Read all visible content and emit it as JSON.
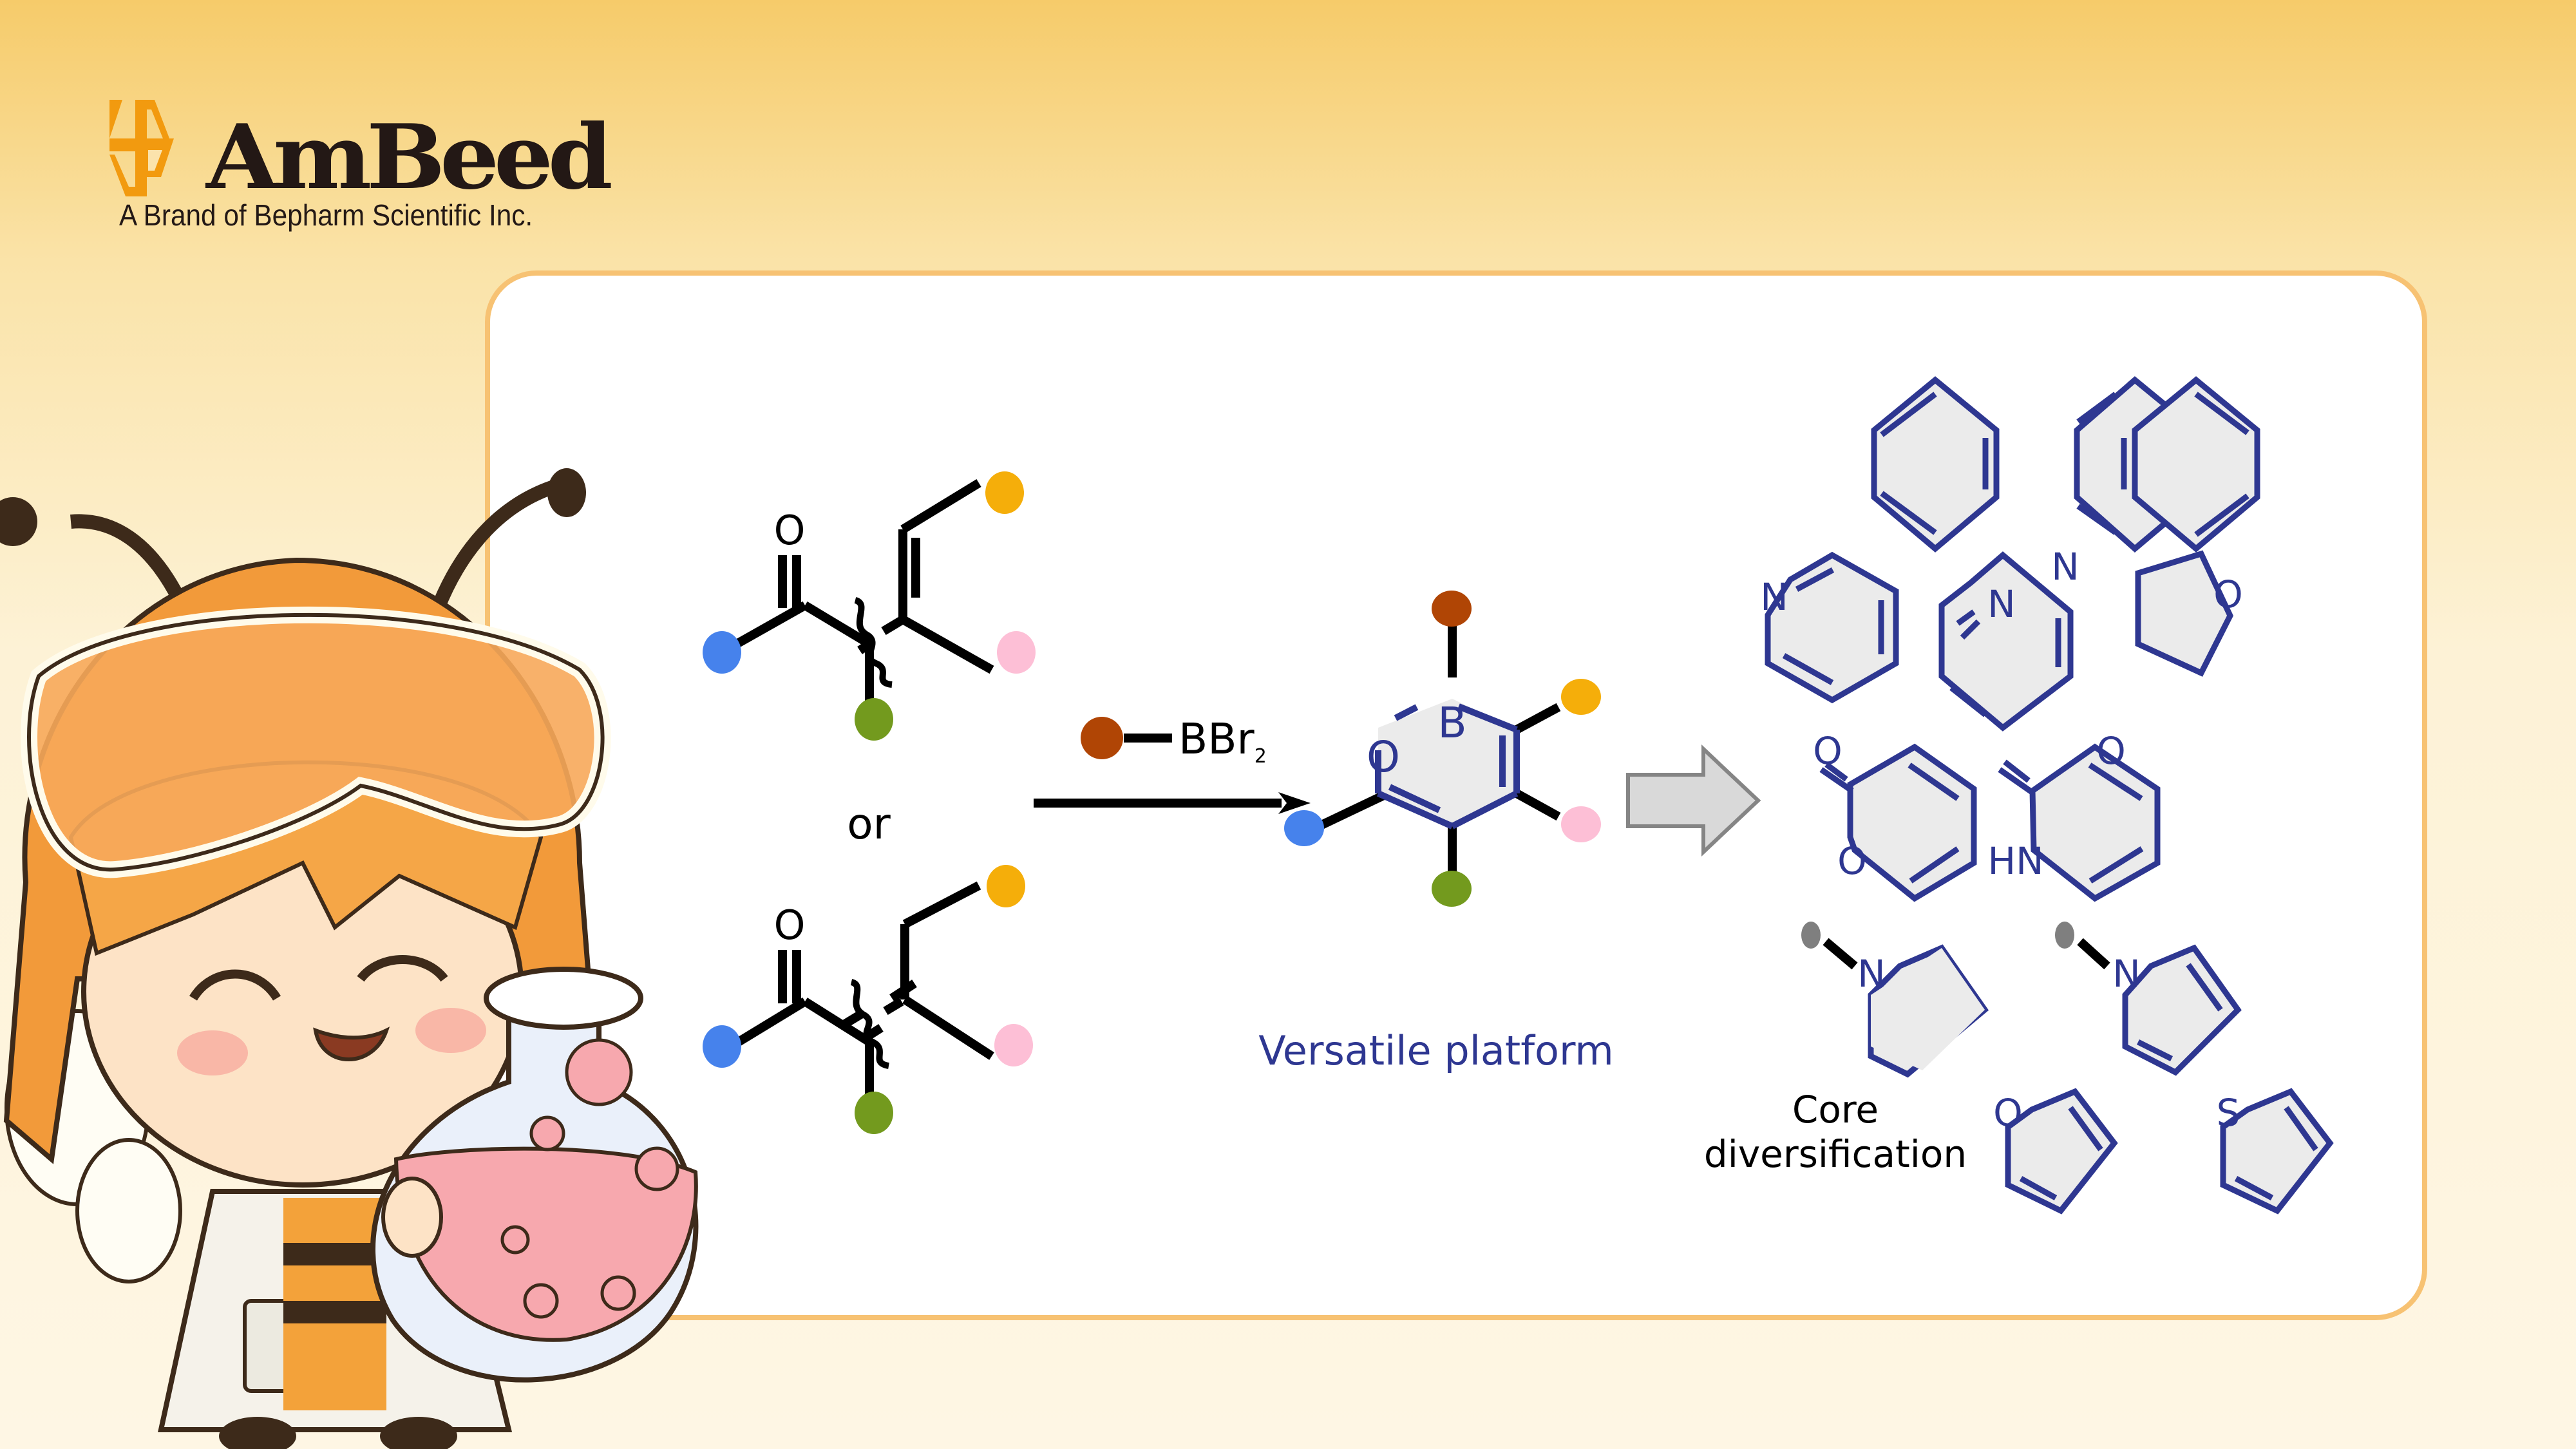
{
  "brand": {
    "name": "AmBeed",
    "tagline": "A Brand of Bepharm Scientific Inc.",
    "colors": {
      "brand_orange": "#f29a0f",
      "brand_dark": "#231815",
      "panel_border": "#f7c273"
    }
  },
  "scheme": {
    "reactant_1": {
      "carbonyl_label": "O",
      "description": "alpha,beta-unsaturated enone with cleavage (wavy) mark"
    },
    "separator": "or",
    "reactant_2": {
      "carbonyl_label": "O",
      "description": "allylic ketone with cleavage (wavy) mark"
    },
    "reagent": {
      "label": "BBr",
      "subscript": "2"
    },
    "product": {
      "ring_atoms": [
        "O",
        "B"
      ],
      "caption": "Versatile platform"
    },
    "diversification": {
      "caption_line1": "Core",
      "caption_line2": "diversification",
      "cores": [
        {
          "name": "benzene",
          "heteroatoms": []
        },
        {
          "name": "naphthalene",
          "heteroatoms": []
        },
        {
          "name": "pyridine",
          "heteroatoms": [
            "N"
          ]
        },
        {
          "name": "pyridazine",
          "heteroatoms": [
            "N",
            "N"
          ]
        },
        {
          "name": "tetrahydrofuran",
          "heteroatoms": [
            "O"
          ]
        },
        {
          "name": "2-pyranone",
          "heteroatoms": [
            "O",
            "O"
          ]
        },
        {
          "name": "2-pyridone",
          "heteroatoms": [
            "O",
            "HN"
          ]
        },
        {
          "name": "N-substituted pyrrolidine",
          "heteroatoms": [
            "N"
          ]
        },
        {
          "name": "N-substituted pyrrole",
          "heteroatoms": [
            "N"
          ]
        },
        {
          "name": "furan",
          "heteroatoms": [
            "O"
          ]
        },
        {
          "name": "thiophene",
          "heteroatoms": [
            "S"
          ]
        }
      ]
    },
    "substituent_colors": {
      "blue": "#4682ec",
      "green": "#739a1e",
      "yellow": "#f5ae0a",
      "pink": "#fdbfd6",
      "brown": "#b04505",
      "gray": "#7f7f7f"
    },
    "ring_color": "#2e3791",
    "ring_fill": "#ebebeb"
  }
}
